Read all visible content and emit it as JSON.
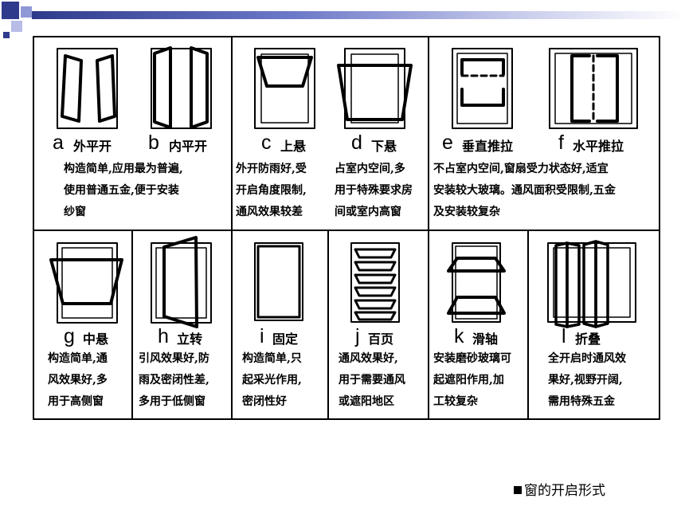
{
  "items": [
    {
      "letter": "a",
      "name": "外平开",
      "icon": "outward-casement-window-icon"
    },
    {
      "letter": "b",
      "name": "内平开",
      "icon": "inward-casement-window-icon"
    },
    {
      "letter": "c",
      "name": "上悬",
      "icon": "top-hung-window-icon"
    },
    {
      "letter": "d",
      "name": "下悬",
      "icon": "bottom-hung-window-icon"
    },
    {
      "letter": "e",
      "name": "垂直推拉",
      "icon": "vertical-sliding-window-icon"
    },
    {
      "letter": "f",
      "name": "水平推拉",
      "icon": "horizontal-sliding-window-icon"
    },
    {
      "letter": "g",
      "name": "中悬",
      "icon": "center-pivot-window-icon"
    },
    {
      "letter": "h",
      "name": "立转",
      "icon": "vertical-pivot-window-icon"
    },
    {
      "letter": "i",
      "name": "固定",
      "icon": "fixed-window-icon"
    },
    {
      "letter": "j",
      "name": "百页",
      "icon": "louver-window-icon"
    },
    {
      "letter": "k",
      "name": "滑轴",
      "icon": "sliding-pivot-window-icon"
    },
    {
      "letter": "l",
      "name": "折叠",
      "icon": "folding-window-icon"
    }
  ],
  "descriptions": {
    "ab": [
      "构造简单,应用最为普遍,",
      "使用普通五金,便于安装",
      "纱窗"
    ],
    "c": [
      "外开防雨好,受",
      "开启角度限制,",
      "通风效果较差"
    ],
    "d": [
      "占室内空间,多",
      "用于特殊要求房",
      "间或室内高窗"
    ],
    "ef": [
      "不占室内空间,窗扇受力状态好,适宜",
      "安装较大玻璃。通风面积受限制,五金",
      "及安装较复杂"
    ],
    "g": [
      "构造简单,通",
      "风效果好,多",
      "用于高侧窗"
    ],
    "h": [
      "引风效果好,防",
      "雨及密闭性差,",
      "多用于低侧窗"
    ],
    "i": [
      "构造简单,只",
      "起采光作用,",
      "密闭性好"
    ],
    "j": [
      "通风效果好,",
      "用于需要通风",
      "或遮阳地区"
    ],
    "k": [
      "安装磨砂玻璃可",
      "起遮阳作用,加",
      "工较复杂"
    ],
    "l": [
      "全开启时通风效",
      "果好,视野开阔,",
      "需用特殊五金"
    ]
  },
  "caption": "窗的开启形式",
  "colors": {
    "header_dark": "#2e3a8c",
    "header_light": "#c9cdec",
    "ink": "#000000"
  }
}
